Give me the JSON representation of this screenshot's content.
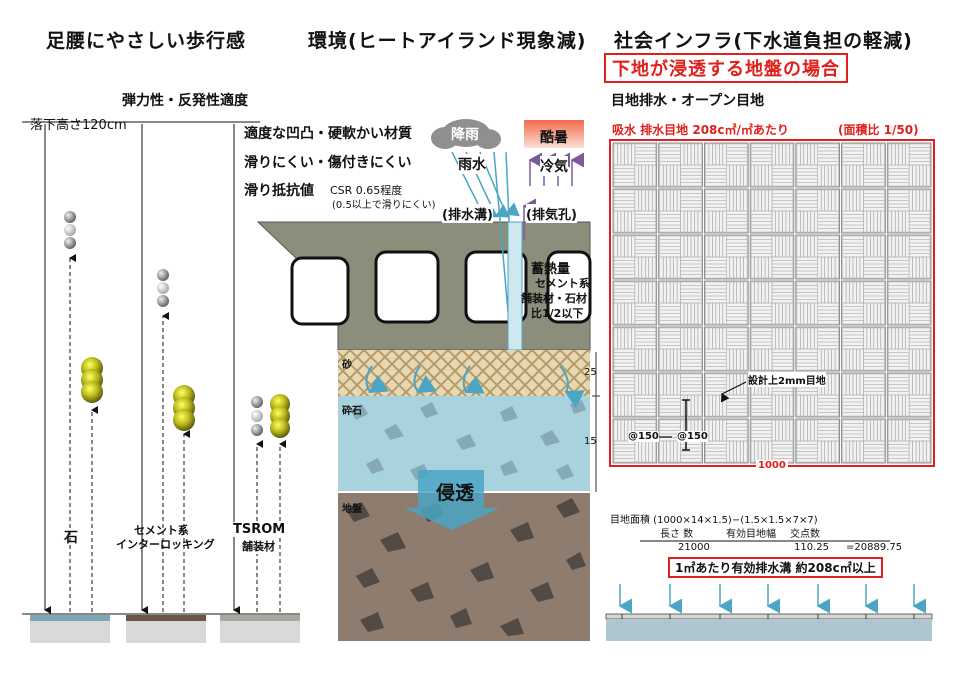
{
  "headings": {
    "left": "足腰にやさしい歩行感",
    "center": "環境(ヒートアイランド現象減)",
    "right": "社会インフラ(下水道負担の軽減)",
    "right_sub": "下地が浸透する地盤の場合"
  },
  "left_panel": {
    "title": "弾力性・反発性適度",
    "drop_height": "落下高さ120cm",
    "labels": {
      "stone": "石",
      "cement_line1": "セメント系",
      "cement_line2": "インターロッキング",
      "tsrom_line1": "TSROM",
      "tsrom_line2": "舗装材"
    }
  },
  "center_panel": {
    "features": [
      "適度な凹凸・硬軟かい材質",
      "滑りにくい・傷付きにくい",
      "滑り抵抗値"
    ],
    "csr_value": "CSR 0.65程度",
    "csr_note": "(0.5以上で滑りにくい)",
    "rain": "降雨",
    "rain_water": "雨水",
    "heat": "酷暑",
    "cool_air": "冷気",
    "drain_channel": "(排水溝)",
    "vent_hole": "(排気孔)",
    "heat_storage_lines": [
      "蓄熱量",
      "セメント系",
      "舗装材・石材",
      "比1/2以下"
    ],
    "layer_sand": "砂",
    "layer_gravel": "砕石",
    "layer_ground": "地盤",
    "infiltration": "侵透",
    "depth_25": "25",
    "depth_15": "15"
  },
  "right_panel": {
    "subtitle": "目地排水・オープン目地",
    "caption_left": "吸水 排水目地 208c㎡/㎡あたり",
    "caption_right": "(面積比 1/50)",
    "joint_note": "設計上2mm目地",
    "pitch_1": "@150",
    "pitch_2": "@150",
    "width_label": "1000",
    "formula": "目地面積 (1000×14×1.5)−(1.5×1.5×7×7)",
    "col_length": "長さ 数",
    "col_width": "有効目地幅",
    "col_cross": "交点数",
    "val_length": "21000",
    "val_cross": "110.25",
    "val_result": "=20889.75",
    "result_box": "1㎡あたり有効排水溝 約208c㎡以上"
  },
  "colors": {
    "accent_red": "#e0201c",
    "water_blue": "#4aa6c4",
    "concrete": "#8a8a78",
    "sand": "#e6d6b0",
    "gravel": "#9cc8d6",
    "soil": "#8d7b6d",
    "heat_top": "#f08a6a"
  }
}
